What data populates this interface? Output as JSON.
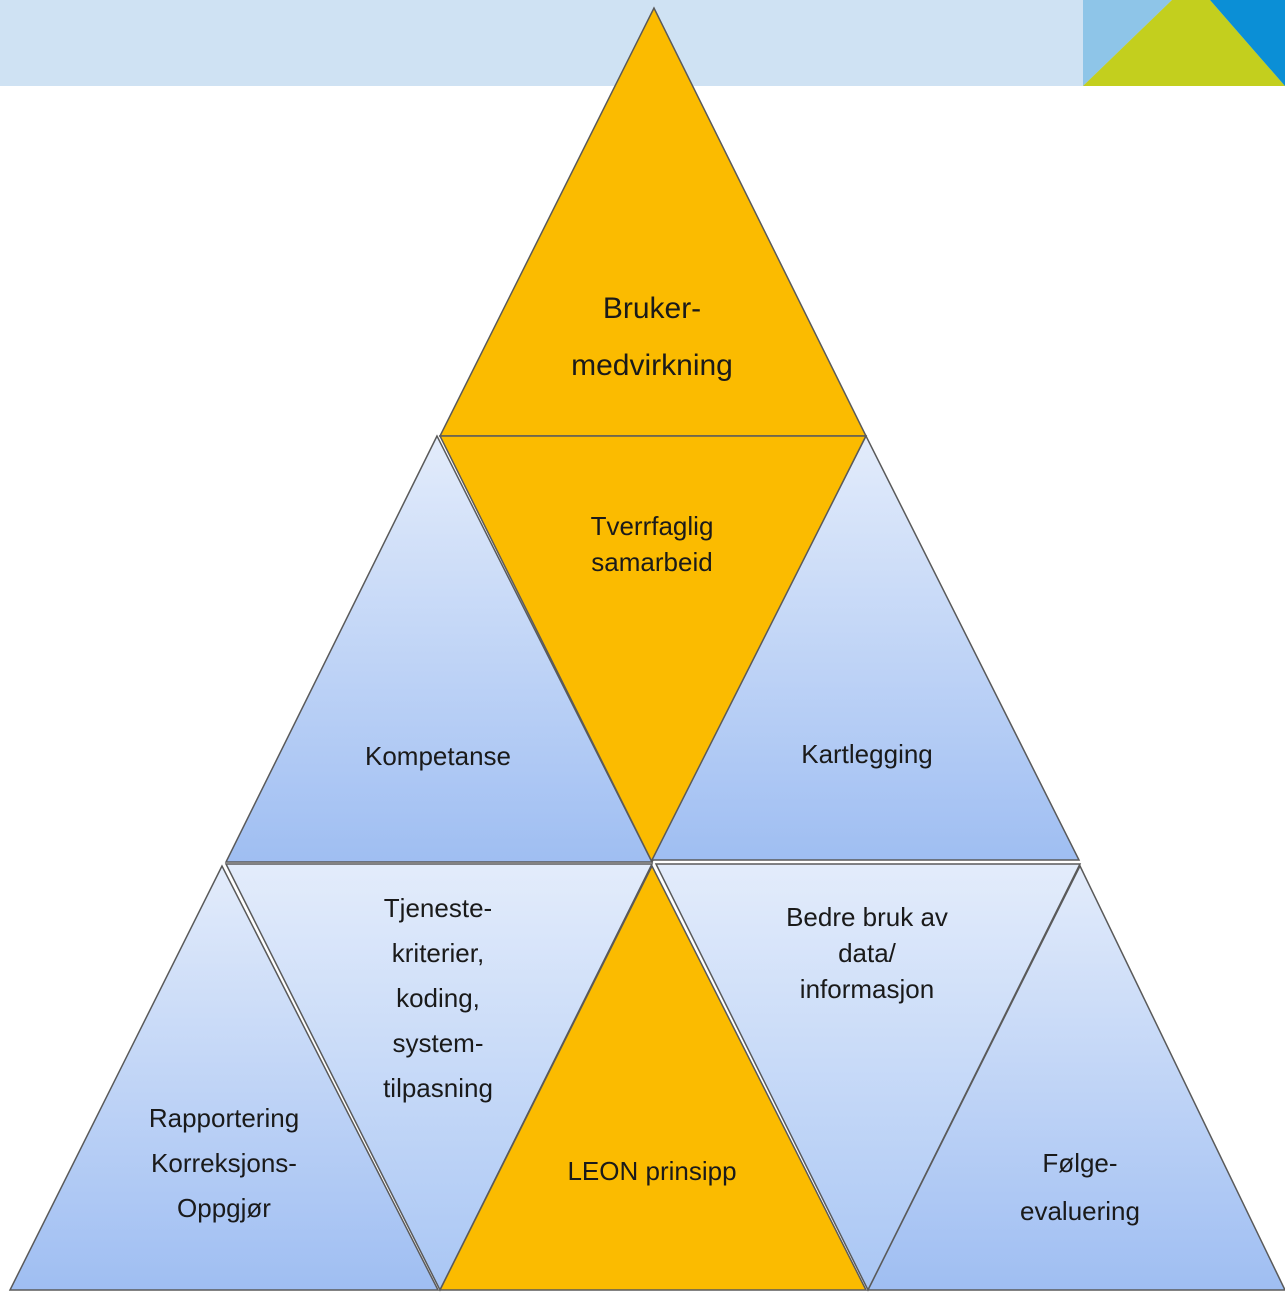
{
  "colors": {
    "gold": "#fbbb00",
    "blue_light": "#e3ecfb",
    "blue_dark": "#9fbef2",
    "band": "#cfe2f3",
    "corner_light": "#8ec5e8",
    "corner_green": "#c3cf1e",
    "corner_blue": "#0b8fd6"
  },
  "segments": {
    "top": {
      "lines": [
        "Bruker-",
        "medvirkning"
      ]
    },
    "tverrfaglig": {
      "lines": [
        "Tverrfaglig",
        "samarbeid"
      ]
    },
    "kompetanse": {
      "lines": [
        "Kompetanse"
      ]
    },
    "kartlegging": {
      "lines": [
        "Kartlegging"
      ]
    },
    "rapportering": {
      "lines": [
        "Rapportering",
        "Korreksjons-",
        "Oppgjør"
      ]
    },
    "tjeneste": {
      "lines": [
        "Tjeneste-",
        "kriterier,",
        "koding,",
        "system-",
        "tilpasning"
      ]
    },
    "leon": {
      "lines": [
        "LEON prinsipp"
      ]
    },
    "bedre": {
      "lines": [
        "Bedre bruk av",
        "data/",
        "informasjon"
      ]
    },
    "folge": {
      "lines": [
        "Følge-",
        "evaluering"
      ]
    }
  }
}
